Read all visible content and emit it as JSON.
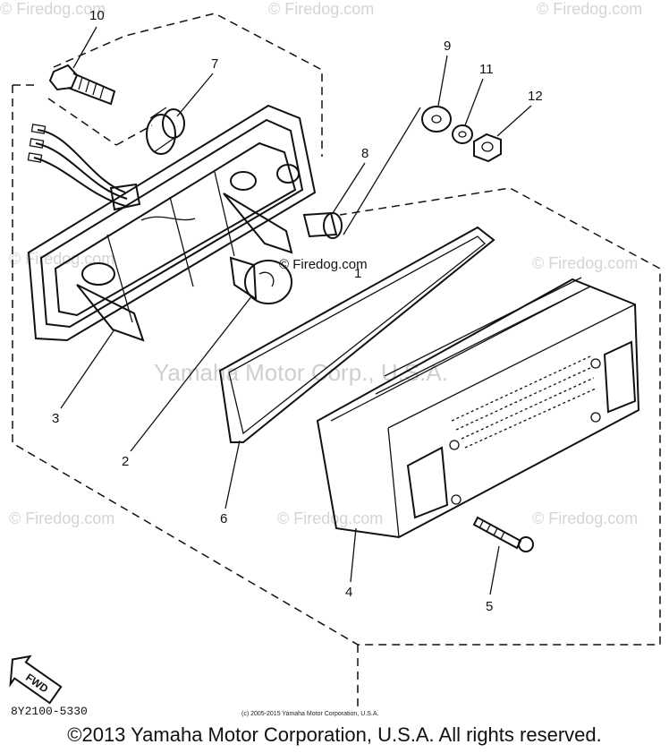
{
  "watermark": {
    "site": "© Firedog.com",
    "center_site": "© Firedog.com",
    "corp": "Yamaha Motor Corp., U.S.A."
  },
  "callouts": {
    "c1": "1",
    "c2": "2",
    "c3": "3",
    "c4": "4",
    "c5": "5",
    "c6": "6",
    "c7": "7",
    "c8": "8",
    "c9": "9",
    "c10": "10",
    "c11": "11",
    "c12": "12"
  },
  "direction_arrow": "FWD",
  "part_code": "8Y2100-5330",
  "small_copyright": "(c) 2005-2015 Yamaha Motor Corporation, U.S.A.",
  "footer_copyright": "©2013 Yamaha Motor Corporation, U.S.A. All rights reserved."
}
